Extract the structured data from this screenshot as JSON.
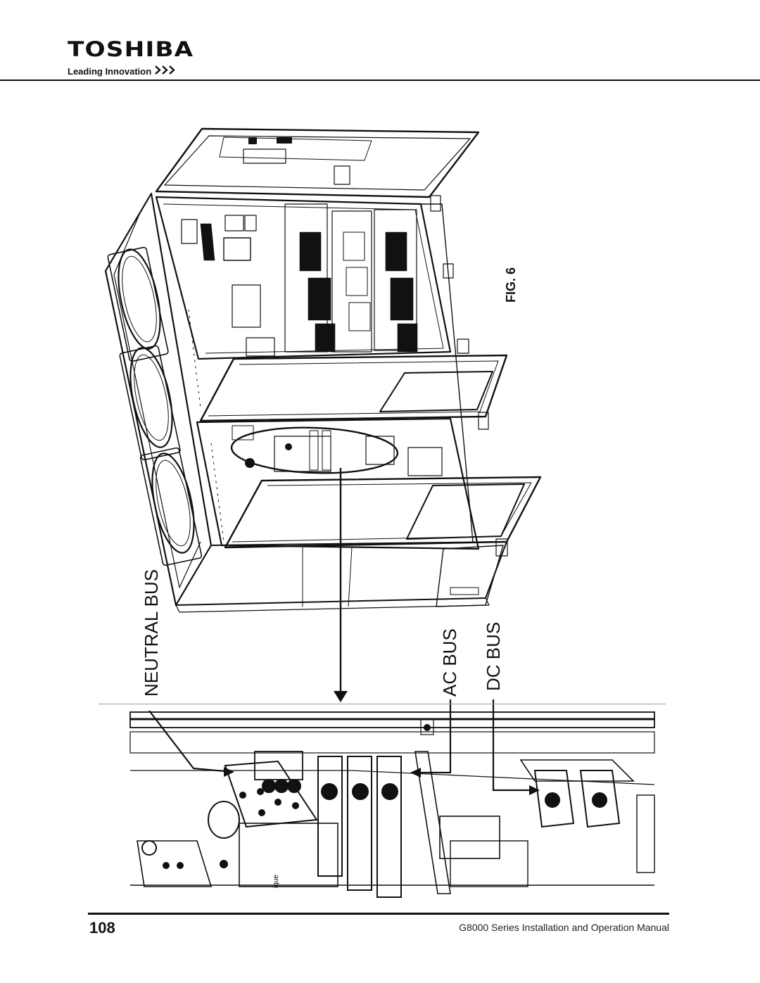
{
  "header": {
    "brand": "TOSHIBA",
    "tagline": "Leading Innovation"
  },
  "figure": {
    "label": "FIG. 6",
    "callouts": {
      "neutral_bus": "NEUTRAL BUS",
      "ac_bus": "AC BUS",
      "dc_bus": "DC BUS"
    }
  },
  "detail_inset": {
    "part_text": "ique"
  },
  "footer": {
    "page_number": "108",
    "manual_title": "G8000 Series Installation and Operation Manual"
  },
  "icons": {
    "tagline_arrows": "triple-chevron-right-icon"
  }
}
